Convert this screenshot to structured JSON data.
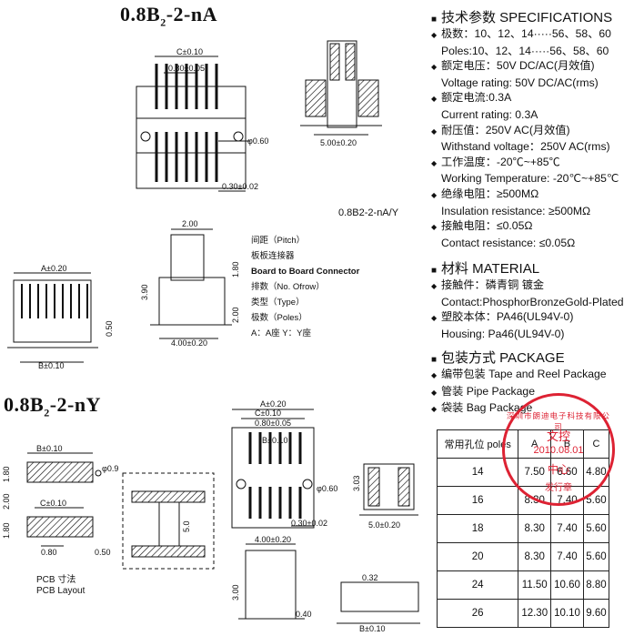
{
  "titles": {
    "top_main": "0.8B",
    "top_sub": "2",
    "top_suffix": "-2-nA",
    "bottom_main": "0.8B",
    "bottom_sub": "2",
    "bottom_suffix": "-2-nY"
  },
  "specs": {
    "header": "技术参数 SPECIFICATIONS",
    "lines": [
      {
        "bullet": true,
        "text": "极数：10、12、14·····56、58、60"
      },
      {
        "bullet": false,
        "text": "Poles:10、12、14·····56、58、60"
      },
      {
        "bullet": true,
        "text": "额定电压：50V DC/AC(月效值)"
      },
      {
        "bullet": false,
        "text": "Voltage rating: 50V DC/AC(rms)"
      },
      {
        "bullet": true,
        "text": "额定电流:0.3A"
      },
      {
        "bullet": false,
        "text": "Current rating: 0.3A"
      },
      {
        "bullet": true,
        "text": "耐压值：250V AC(月效值)"
      },
      {
        "bullet": false,
        "text": "Withstand voltage：250V AC(rms)"
      },
      {
        "bullet": true,
        "text": "工作温度：-20℃~+85℃"
      },
      {
        "bullet": false,
        "text": "Working Temperature: -20℃~+85℃"
      },
      {
        "bullet": true,
        "text": "绝缘电阻：≥500MΩ"
      },
      {
        "bullet": false,
        "text": "Insulation resistance: ≥500MΩ"
      },
      {
        "bullet": true,
        "text": "接触电阻：≤0.05Ω"
      },
      {
        "bullet": false,
        "text": "Contact resistance: ≤0.05Ω"
      }
    ]
  },
  "material": {
    "header": "材料 MATERIAL",
    "lines": [
      {
        "bullet": true,
        "text": "接触件：磷青铜 镀金"
      },
      {
        "bullet": false,
        "text": "Contact:PhosphorBronzeGold-Plated"
      },
      {
        "bullet": true,
        "text": "塑胶本体：PA46(UL94V-0)"
      },
      {
        "bullet": false,
        "text": "Housing: Pa46(UL94V-0)"
      }
    ]
  },
  "package": {
    "header": "包装方式 PACKAGE",
    "lines": [
      {
        "bullet": true,
        "text": "编带包装 Tape and Reel Package"
      },
      {
        "bullet": true,
        "text": "管装 Pipe Package"
      },
      {
        "bullet": true,
        "text": "袋装 Bag Package"
      }
    ]
  },
  "part_code": {
    "code": "0.8B2-2-nA/Y",
    "labels": [
      "间距（Pitch）",
      "板板连接器",
      "Board to Board Connector",
      "排数（No. Ofrow）",
      "类型（Type）",
      "极数（Poles）",
      "A：A座 Y：Y座"
    ]
  },
  "table": {
    "headers": [
      "常用孔位 poles",
      "A",
      "B",
      "C"
    ],
    "rows": [
      [
        "14",
        "7.50",
        "6.60",
        "4.80"
      ],
      [
        "16",
        "8.30",
        "7.40",
        "5.60"
      ],
      [
        "18",
        "8.30",
        "7.40",
        "5.60"
      ],
      [
        "20",
        "8.30",
        "7.40",
        "5.60"
      ],
      [
        "24",
        "11.50",
        "10.60",
        "8.80"
      ],
      [
        "26",
        "12.30",
        "10.10",
        "9.60"
      ]
    ]
  },
  "dims": {
    "c": "C±0.10",
    "pitch": "0.80±0.05",
    "dia": "φ0.60",
    "w030": "0.30±0.02",
    "w500": "5.00±0.20",
    "a": "A±0.20",
    "b": "B±0.10",
    "h050": "0.50",
    "d200": "2.00",
    "d180": "1.80",
    "d390": "3.90",
    "d200b": "2.00",
    "w400": "4.00±0.20",
    "pcb_b": "B±0.10",
    "pcb_c": "C±0.10",
    "phi09": "φ0.9",
    "pcb_180": "1.80",
    "pcb_200": "2.00",
    "pcb_180b": "1.80",
    "pcb_080": "0.80",
    "pcb_050": "0.50",
    "pcb_title": "PCB 寸法",
    "pcb_title_en": "PCB Layout",
    "y_a": "A±0.20",
    "y_c": "C±0.10",
    "y_pitch": "0.80±0.05",
    "y_b": "B±0.10",
    "y_dia": "φ0.60",
    "y_w030": "0.30±0.02",
    "y_303": "3.03",
    "y_w500": "5.0±0.20",
    "y_w400": "4.00±0.20",
    "y_300": "3.00",
    "y_032": "0.32",
    "y_040": "0.40",
    "y_b2": "B±0.10",
    "mid50": "5.0"
  },
  "stamp": {
    "ring_text": "深圳市朗迪电子科技有限公司",
    "center_top": "文控",
    "date": "2010.08.01",
    "center_bottom": "中心",
    "footer": "发行章"
  }
}
